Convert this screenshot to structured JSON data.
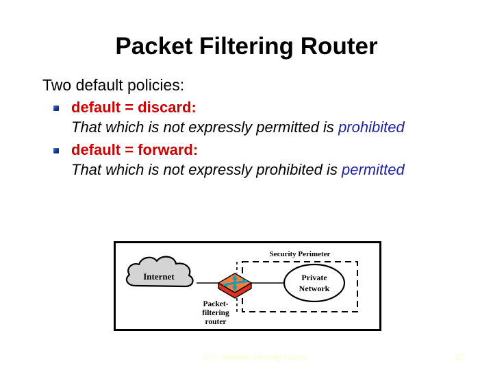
{
  "slide": {
    "title": "Packet Filtering Router",
    "lead_line": "Two default policies:",
    "bullets": [
      {
        "marker": "square-bullet-icon",
        "heading": "default = discard:",
        "body_plain": "That which is not expressly permitted is",
        "body_accent": "prohibited"
      },
      {
        "marker": "square-bullet-icon",
        "heading": "default = forward:",
        "body_plain": "That which is not expressly prohibited is",
        "body_accent": "permitted"
      }
    ],
    "figure": {
      "name": "packet-filtering-router-diagram",
      "labels": {
        "internet": "Internet",
        "router_line1": "Packet-",
        "router_line2": "filtering",
        "router_line3": "router",
        "perimeter": "Security Perimeter",
        "private_line1": "Private",
        "private_line2": "Network"
      },
      "colors": {
        "cloud_fill": "#D4D4D4",
        "router_top": "#F08040",
        "router_front": "#E03020",
        "router_side": "#C02418",
        "arrow": "#1D9BB0",
        "outline": "#000000"
      }
    },
    "footer": {
      "course": "IUT– Network Security Course",
      "page_number": "11",
      "color": "#FBFBC8"
    },
    "colors": {
      "heading_red": "#CC0000",
      "accent_blue": "#1F1FA5",
      "text_black": "#000000",
      "background": "#FFFFFF"
    }
  }
}
